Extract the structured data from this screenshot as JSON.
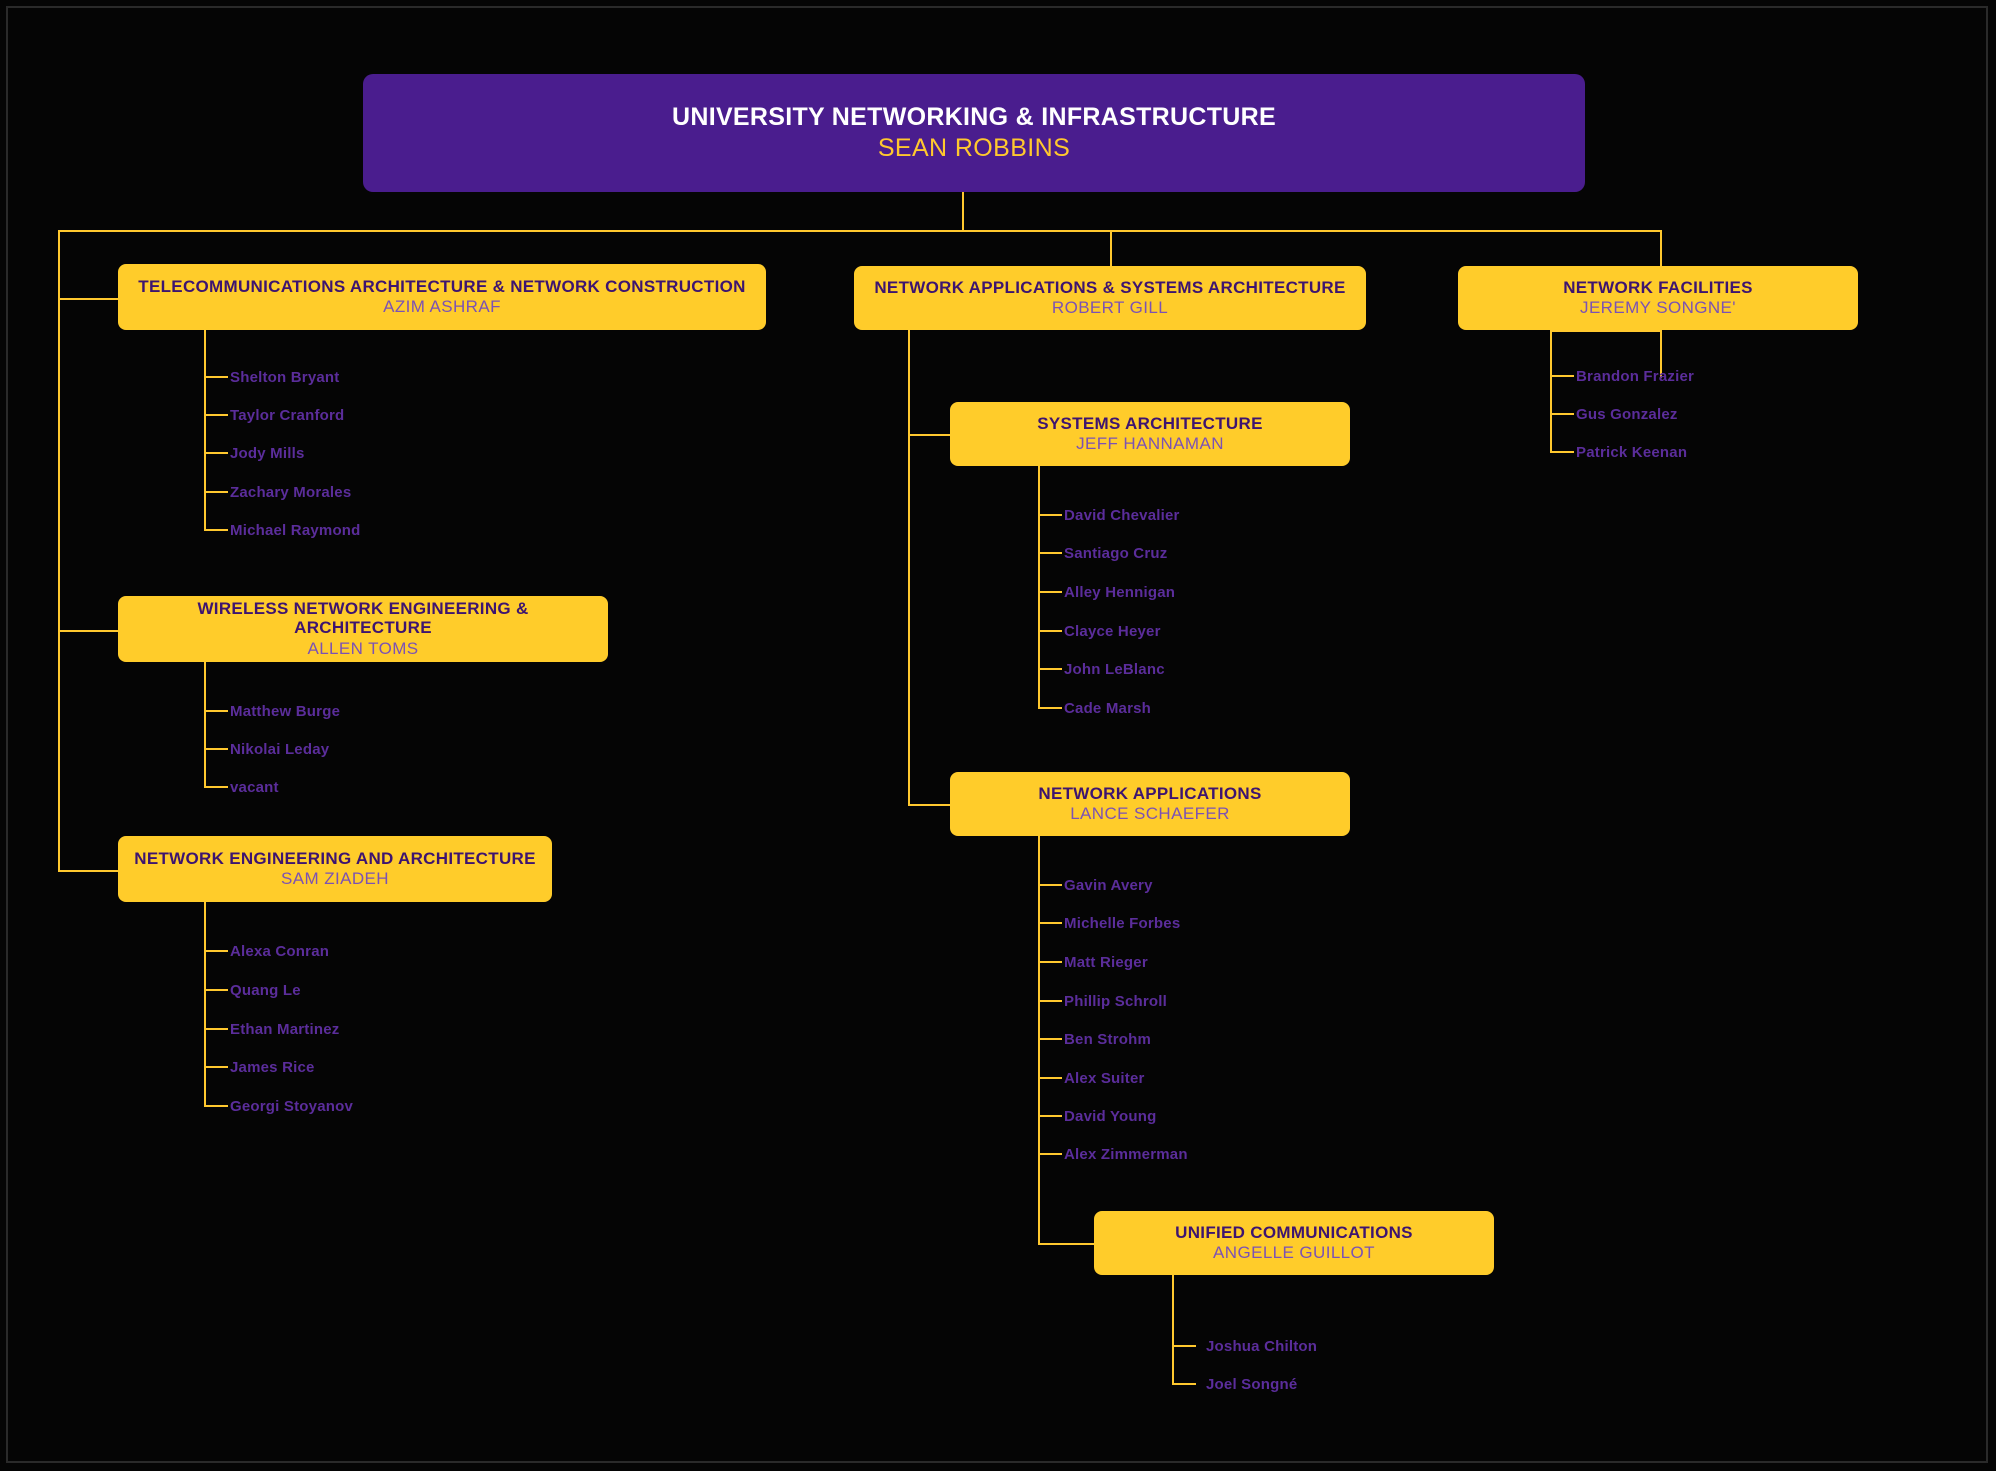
{
  "theme": {
    "background": "#050505",
    "line": "#FFC82E",
    "box_fill": "#FFCC2A",
    "root_fill": "#4A1D8E",
    "root_title": "#FFFFFF",
    "root_subtitle": "#FFC82E",
    "unit_title": "#3D1470",
    "unit_subtitle": "#7B52B5",
    "staff_text": "#5B2D9B"
  },
  "chart_title": "UNIVERSITY NETWORKING & INFRASTRUCTURE",
  "root": {
    "title": "UNIVERSITY NETWORKING & INFRASTRUCTURE",
    "person": "SEAN ROBBINS"
  },
  "branches": {
    "telecom": {
      "title": "TELECOMMUNICATIONS ARCHITECTURE & NETWORK CONSTRUCTION",
      "person": "AZIM ASHRAF",
      "staff": [
        "Shelton Bryant",
        "Taylor Cranford",
        "Jody Mills",
        "Zachary Morales",
        "Michael Raymond"
      ]
    },
    "wireless": {
      "title": "WIRELESS NETWORK ENGINEERING & ARCHITECTURE",
      "person": "ALLEN TOMS",
      "staff": [
        "Matthew Burge",
        "Nikolai Leday",
        "vacant"
      ]
    },
    "neteng": {
      "title": "NETWORK ENGINEERING AND ARCHITECTURE",
      "person": "SAM ZIADEH",
      "staff": [
        "Alexa Conran",
        "Quang Le",
        "Ethan Martinez",
        "James Rice",
        "Georgi Stoyanov"
      ]
    },
    "napps_sys": {
      "title": "NETWORK APPLICATIONS & SYSTEMS ARCHITECTURE",
      "person": "ROBERT GILL"
    },
    "sysarch": {
      "title": "SYSTEMS ARCHITECTURE",
      "person": "JEFF HANNAMAN",
      "staff": [
        "David Chevalier",
        "Santiago Cruz",
        "Alley Hennigan",
        "Clayce Heyer",
        "John LeBlanc",
        "Cade Marsh"
      ]
    },
    "netapps": {
      "title": "NETWORK APPLICATIONS",
      "person": "LANCE SCHAEFER",
      "staff": [
        "Gavin Avery",
        "Michelle Forbes",
        "Matt Rieger",
        "Phillip Schroll",
        "Ben Strohm",
        "Alex Suiter",
        "David Young",
        "Alex Zimmerman"
      ]
    },
    "unified": {
      "title": "UNIFIED COMMUNICATIONS",
      "person": "ANGELLE GUILLOT",
      "staff": [
        "Joshua Chilton",
        "Joel Songné"
      ]
    },
    "facilities": {
      "title": "NETWORK FACILITIES",
      "person": "JEREMY SONGNE'",
      "staff": [
        "Brandon Frazier",
        "Gus Gonzalez",
        "Patrick Keenan"
      ]
    }
  }
}
